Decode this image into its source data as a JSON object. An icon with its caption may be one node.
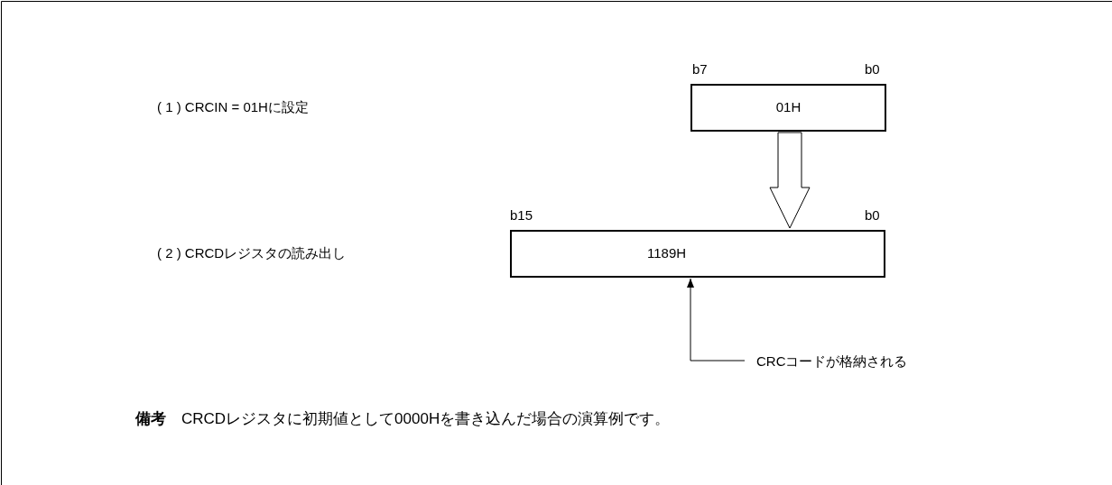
{
  "diagram": {
    "nodes": [
      {
        "text": [
          "01H"
        ],
        "beside": [
          "b7",
          "b0"
        ]
      },
      {
        "text": [
          "1189H"
        ],
        "beside": [
          "b15",
          "b0"
        ]
      },
      {
        "text": [
          "CRCコードが格納される"
        ]
      }
    ],
    "edges": [
      {
        "from": 0,
        "to": 1,
        "arrow": "to"
      },
      {
        "from": 2,
        "to": 1,
        "arrow": "to"
      }
    ],
    "labels": [
      "( 1 ) CRCIN = 01Hに設定",
      "( 2 ) CRCDレジスタの読み出し",
      "**備考**　CRCDレジスタに初期値として0000Hを書き込んだ場合の演算例です。"
    ]
  }
}
